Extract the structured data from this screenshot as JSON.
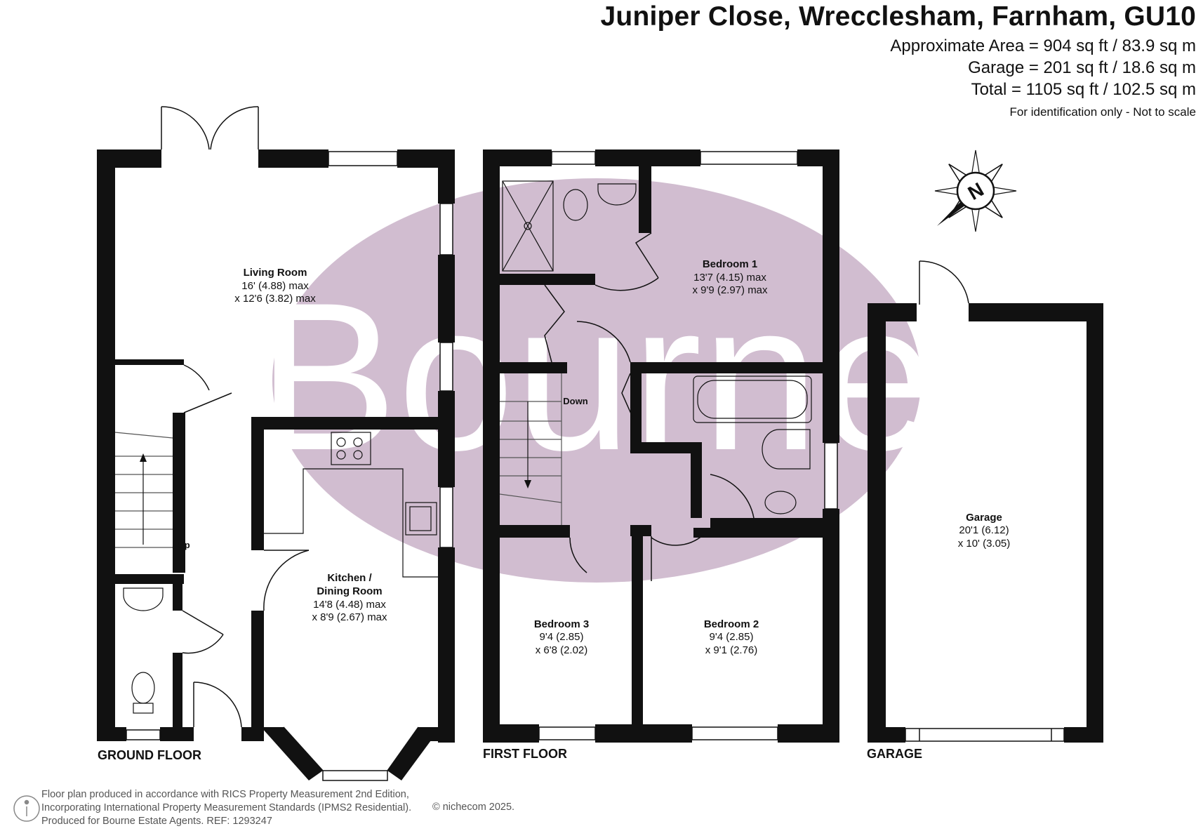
{
  "header": {
    "title": "Juniper Close, Wrecclesham, Farnham, GU10",
    "areas": [
      "Approximate Area = 904 sq ft / 83.9 sq m",
      "Garage = 201 sq ft / 18.6 sq m",
      "Total = 1105 sq ft / 102.5 sq m"
    ],
    "disclaimer": "For identification only - Not to scale"
  },
  "watermark": {
    "text": "Bourne",
    "color": "#c9b2c8"
  },
  "floors": {
    "ground": "GROUND FLOOR",
    "first": "FIRST FLOOR",
    "garage": "GARAGE"
  },
  "rooms": {
    "living": {
      "name": "Living Room",
      "dim1": "16' (4.88) max",
      "dim2": "x 12'6 (3.82) max"
    },
    "kitchen": {
      "name1": "Kitchen /",
      "name2": "Dining Room",
      "dim1": "14'8 (4.48) max",
      "dim2": "x 8'9 (2.67) max"
    },
    "bedroom1": {
      "name": "Bedroom 1",
      "dim1": "13'7 (4.15) max",
      "dim2": "x 9'9 (2.97) max"
    },
    "bedroom2": {
      "name": "Bedroom 2",
      "dim1": "9'4 (2.85)",
      "dim2": "x 9'1 (2.76)"
    },
    "bedroom3": {
      "name": "Bedroom 3",
      "dim1": "9'4 (2.85)",
      "dim2": "x 6'8 (2.02)"
    },
    "garage": {
      "name": "Garage",
      "dim1": "20'1 (6.12)",
      "dim2": "x 10' (3.05)"
    }
  },
  "stairs": {
    "up": "Up",
    "down": "Down"
  },
  "compass": {
    "letter": "N"
  },
  "footer": {
    "line1": "Floor plan produced in accordance with RICS Property Measurement 2nd Edition,",
    "line2": "Incorporating International Property Measurement Standards (IPMS2 Residential).",
    "line3": "Produced for Bourne Estate Agents.   REF:  1293247",
    "copyright": "© nichecom 2025."
  }
}
